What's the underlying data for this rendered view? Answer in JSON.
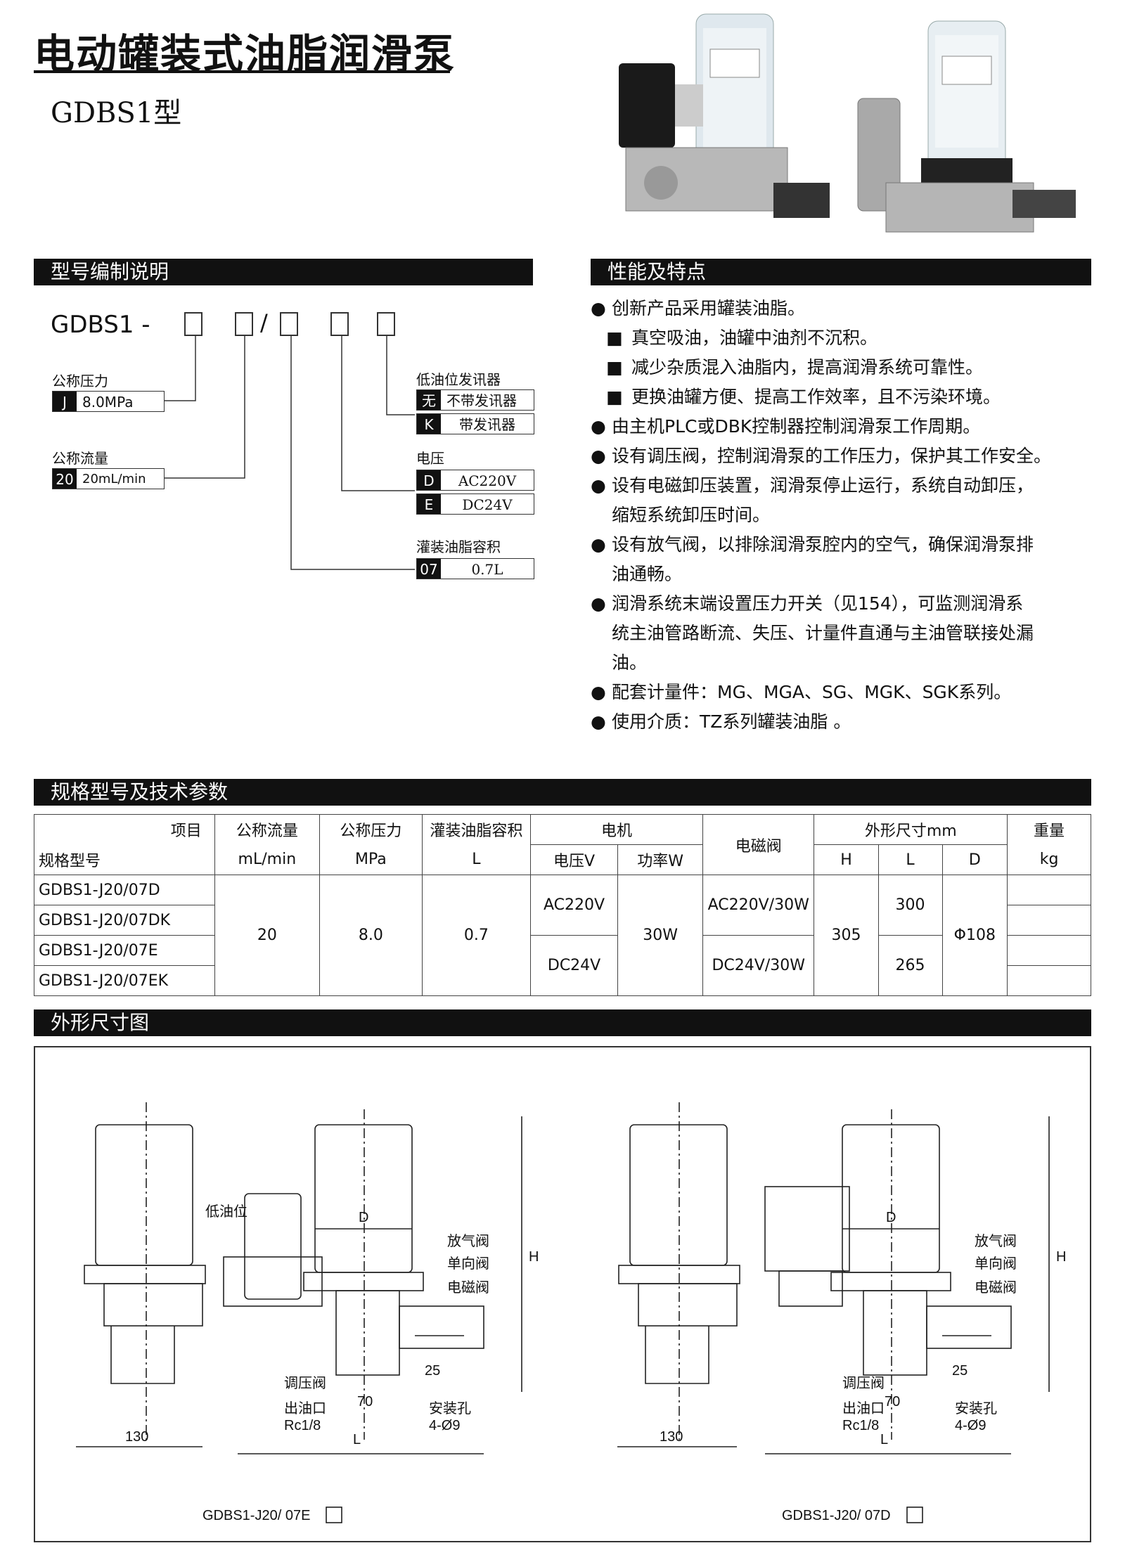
{
  "header": {
    "title": "电动罐装式油脂润滑泵",
    "model": "GDBS1型"
  },
  "sections": {
    "code": "型号编制说明",
    "features": "性能及特点",
    "spec": "规格型号及技术参数",
    "drawing": "外形尺寸图"
  },
  "model_code": {
    "prefix": "GDBS1 -",
    "slash": "/",
    "pressure": {
      "label": "公称压力",
      "code": "J",
      "value": "8.0MPa"
    },
    "flow": {
      "label": "公称流量",
      "code": "20",
      "value": "20mL/min"
    },
    "low_oil": {
      "label": "低油位发讯器",
      "items": [
        {
          "code": "无",
          "value": "不带发讯器"
        },
        {
          "code": "K",
          "value": "带发讯器"
        }
      ]
    },
    "voltage": {
      "label": "电压",
      "items": [
        {
          "code": "D",
          "value": "AC220V"
        },
        {
          "code": "E",
          "value": "DC24V"
        }
      ]
    },
    "volume": {
      "label": "灌装油脂容积",
      "code": "07",
      "value": "0.7L"
    }
  },
  "features": [
    {
      "type": "bullet",
      "text": "创新产品采用罐装油脂。"
    },
    {
      "type": "square",
      "text": "真空吸油，油罐中油剂不沉积。"
    },
    {
      "type": "square",
      "text": "减少杂质混入油脂内，提高润滑系统可靠性。"
    },
    {
      "type": "square",
      "text": "更换油罐方便、提高工作效率，且不污染环境。"
    },
    {
      "type": "bullet",
      "text": "由主机PLC或DBK控制器控制润滑泵工作周期。"
    },
    {
      "type": "bullet",
      "text": "设有调压阀，控制润滑泵的工作压力，保护其工作安全。"
    },
    {
      "type": "bullet",
      "text": "设有电磁卸压装置，润滑泵停止运行，系统自动卸压，"
    },
    {
      "type": "cont",
      "text": "缩短系统卸压时间。"
    },
    {
      "type": "bullet",
      "text": "设有放气阀，以排除润滑泵腔内的空气，确保润滑泵排"
    },
    {
      "type": "cont",
      "text": "油通畅。"
    },
    {
      "type": "bullet",
      "text": "润滑系统末端设置压力开关（见154），可监测润滑系"
    },
    {
      "type": "cont",
      "text": "统主油管路断流、失压、计量件直通与主油管联接处漏"
    },
    {
      "type": "cont",
      "text": "油。"
    },
    {
      "type": "bullet",
      "text": "配套计量件：MG、MGA、SG、MGK、SGK系列。"
    },
    {
      "type": "bullet",
      "text": "使用介质：TZ系列罐装油脂 。"
    }
  ],
  "table": {
    "h_item": "项目",
    "h_model": "规格型号",
    "h_flow": "公称流量",
    "u_flow": "mL/min",
    "h_press": "公称压力",
    "u_press": "MPa",
    "h_vol": "灌装油脂容积",
    "u_vol": "L",
    "h_motor": "电机",
    "h_volt": "电压V",
    "h_power": "功率W",
    "h_valve": "电磁阀",
    "h_dim": "外形尺寸mm",
    "h_H": "H",
    "h_L": "L",
    "h_D": "D",
    "h_weight": "重量",
    "u_weight": "kg",
    "models": [
      "GDBS1-J20/07D",
      "GDBS1-J20/07DK",
      "GDBS1-J20/07E",
      "GDBS1-J20/07EK"
    ],
    "flow": "20",
    "press": "8.0",
    "vol": "0.7",
    "volt_ac": "AC220V",
    "volt_dc": "DC24V",
    "power": "30W",
    "valve_ac": "AC220V/30W",
    "valve_dc": "DC24V/30W",
    "H": "305",
    "L1": "300",
    "L2": "265",
    "D": "Φ108"
  },
  "drawing": {
    "low_oil": "低油位",
    "D": "D",
    "H": "H",
    "vent": "放气阀",
    "check": "单向阀",
    "solenoid": "电磁阀",
    "relief": "调压阀",
    "outlet": "出油口",
    "outlet_size": "Rc1/8",
    "mount": "安装孔",
    "mount_size": "4-Ø9",
    "d70": "70",
    "d25": "25",
    "L": "L",
    "d130": "130",
    "cap_left": "GDBS1-J20/ 07E",
    "cap_right": "GDBS1-J20/ 07D"
  }
}
